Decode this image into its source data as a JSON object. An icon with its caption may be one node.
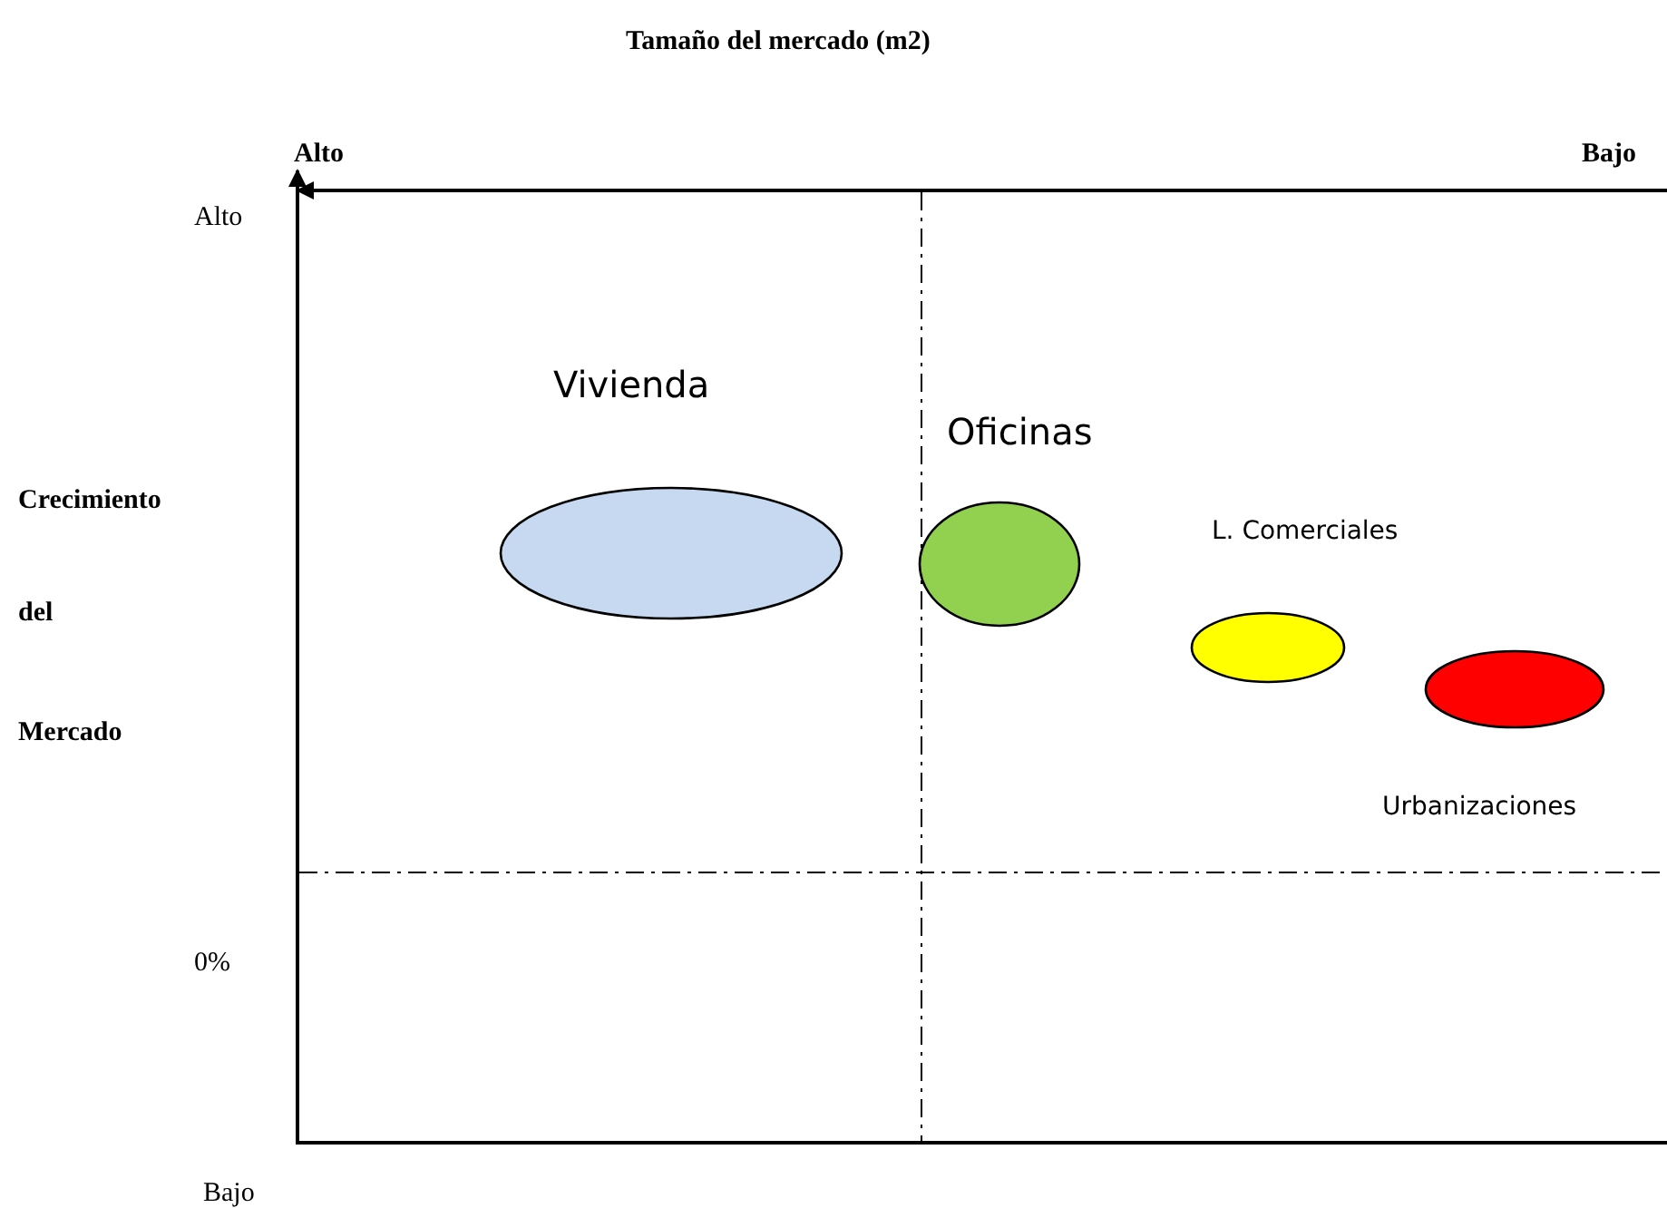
{
  "diagram": {
    "title": "Tamaño del mercado (m2)",
    "nodes": [
      {
        "text": [],
        "shape": "ellipse",
        "beside": [
          "Vivienda"
        ]
      },
      {
        "text": [],
        "shape": "ellipse",
        "beside": [
          "Oficinas"
        ]
      },
      {
        "text": [],
        "shape": "ellipse",
        "beside": [
          "L. Comerciales"
        ]
      },
      {
        "text": [],
        "shape": "ellipse",
        "beside": [
          "Urbanizaciones"
        ]
      }
    ],
    "labels": [
      "Alto",
      "Bajo",
      "Alto",
      "Crecimiento",
      "del",
      "Mercado",
      "0%",
      "Bajo"
    ]
  }
}
